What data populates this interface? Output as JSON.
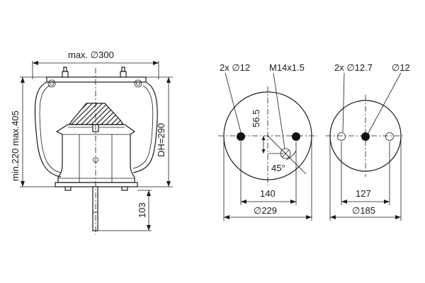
{
  "side_view": {
    "max_diameter": "max. ∅300",
    "height_range": "min.220 max.405",
    "design_height": "DH=290",
    "stud_length": "103"
  },
  "top_plate": {
    "holes": "2x ∅12",
    "thread": "M14x1.5",
    "offset": "56.5",
    "angle": "45°",
    "spacing": "140",
    "diameter": "∅229"
  },
  "bottom_plate": {
    "holes": "2x ∅12.7",
    "center_hole": "∅12",
    "spacing": "127",
    "diameter": "∅185"
  }
}
